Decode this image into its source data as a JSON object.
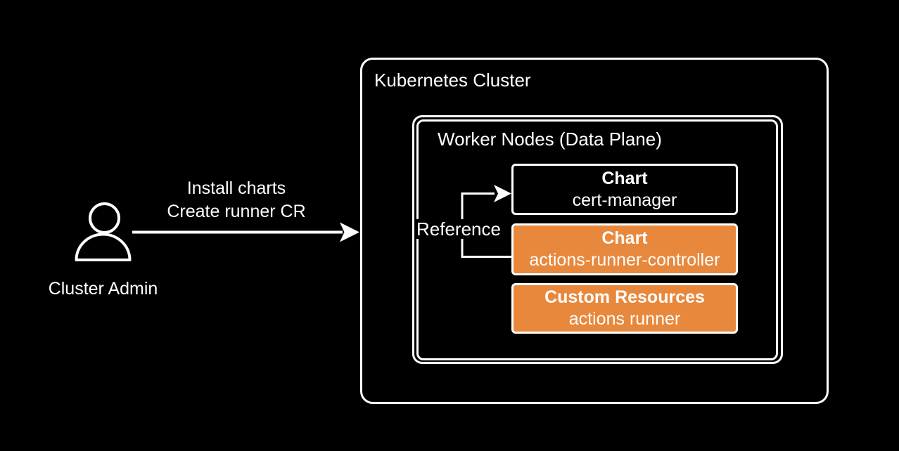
{
  "diagram": {
    "colors": {
      "background": "#000000",
      "stroke": "#ffffff",
      "text": "#ffffff",
      "accent_orange": "#E8883C"
    },
    "actor": {
      "label": "Cluster Admin"
    },
    "admin_action": {
      "line1": "Install charts",
      "line2": "Create runner CR"
    },
    "kubernetes_cluster": {
      "title": "Kubernetes Cluster"
    },
    "worker_nodes": {
      "title": "Worker Nodes (Data Plane)"
    },
    "nodes": {
      "cert_manager": {
        "title": "Chart",
        "subtitle": "cert-manager"
      },
      "actions_runner_controller": {
        "title": "Chart",
        "subtitle": "actions-runner-controller"
      },
      "custom_resources": {
        "title": "Custom Resources",
        "subtitle": "actions runner"
      }
    },
    "reference": {
      "label": "Reference"
    }
  }
}
